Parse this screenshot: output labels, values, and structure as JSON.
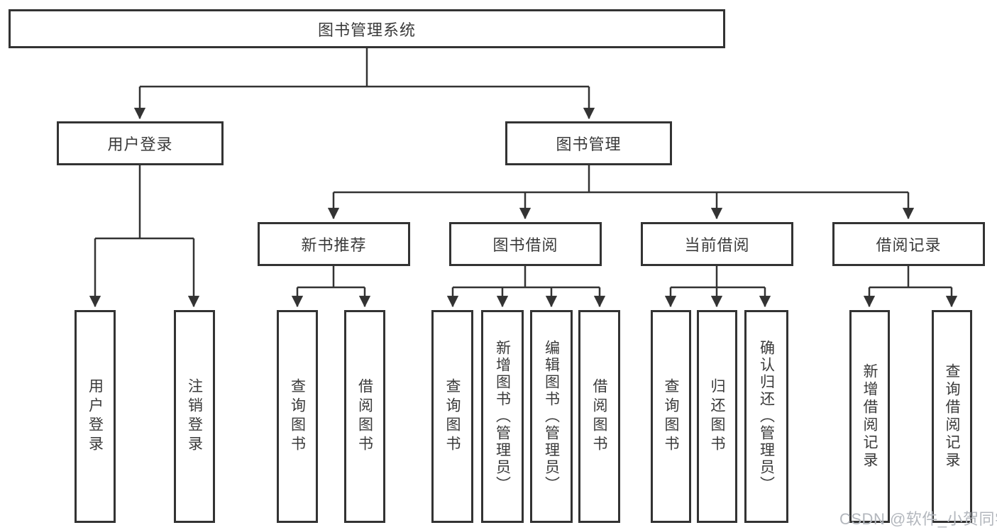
{
  "tree": {
    "root": {
      "label": "图书管理系统"
    },
    "branches": [
      {
        "label": "用户登录",
        "children": [
          {
            "label": "用户登录"
          },
          {
            "label": "注销登录"
          }
        ]
      },
      {
        "label": "图书管理",
        "children": [
          {
            "label": "新书推荐",
            "children": [
              {
                "label": "查询图书"
              },
              {
                "label": "借阅图书"
              }
            ]
          },
          {
            "label": "图书借阅",
            "children": [
              {
                "label": "查询图书"
              },
              {
                "label": "新增图书（管理员）"
              },
              {
                "label": "编辑图书（管理员）"
              },
              {
                "label": "借阅图书"
              }
            ]
          },
          {
            "label": "当前借阅",
            "children": [
              {
                "label": "查询图书"
              },
              {
                "label": "归还图书"
              },
              {
                "label": "确认归还（管理员）"
              }
            ]
          },
          {
            "label": "借阅记录",
            "children": [
              {
                "label": "新增借阅记录"
              },
              {
                "label": "查询借阅记录"
              }
            ]
          }
        ]
      }
    ]
  },
  "watermark": {
    "text": "CSDN @软件_小贺同学"
  },
  "colors": {
    "line": "#333333",
    "box_border": "#333333",
    "box_fill": "#ffffff",
    "text": "#3a3a3a",
    "watermark": "#b3b7bd"
  }
}
